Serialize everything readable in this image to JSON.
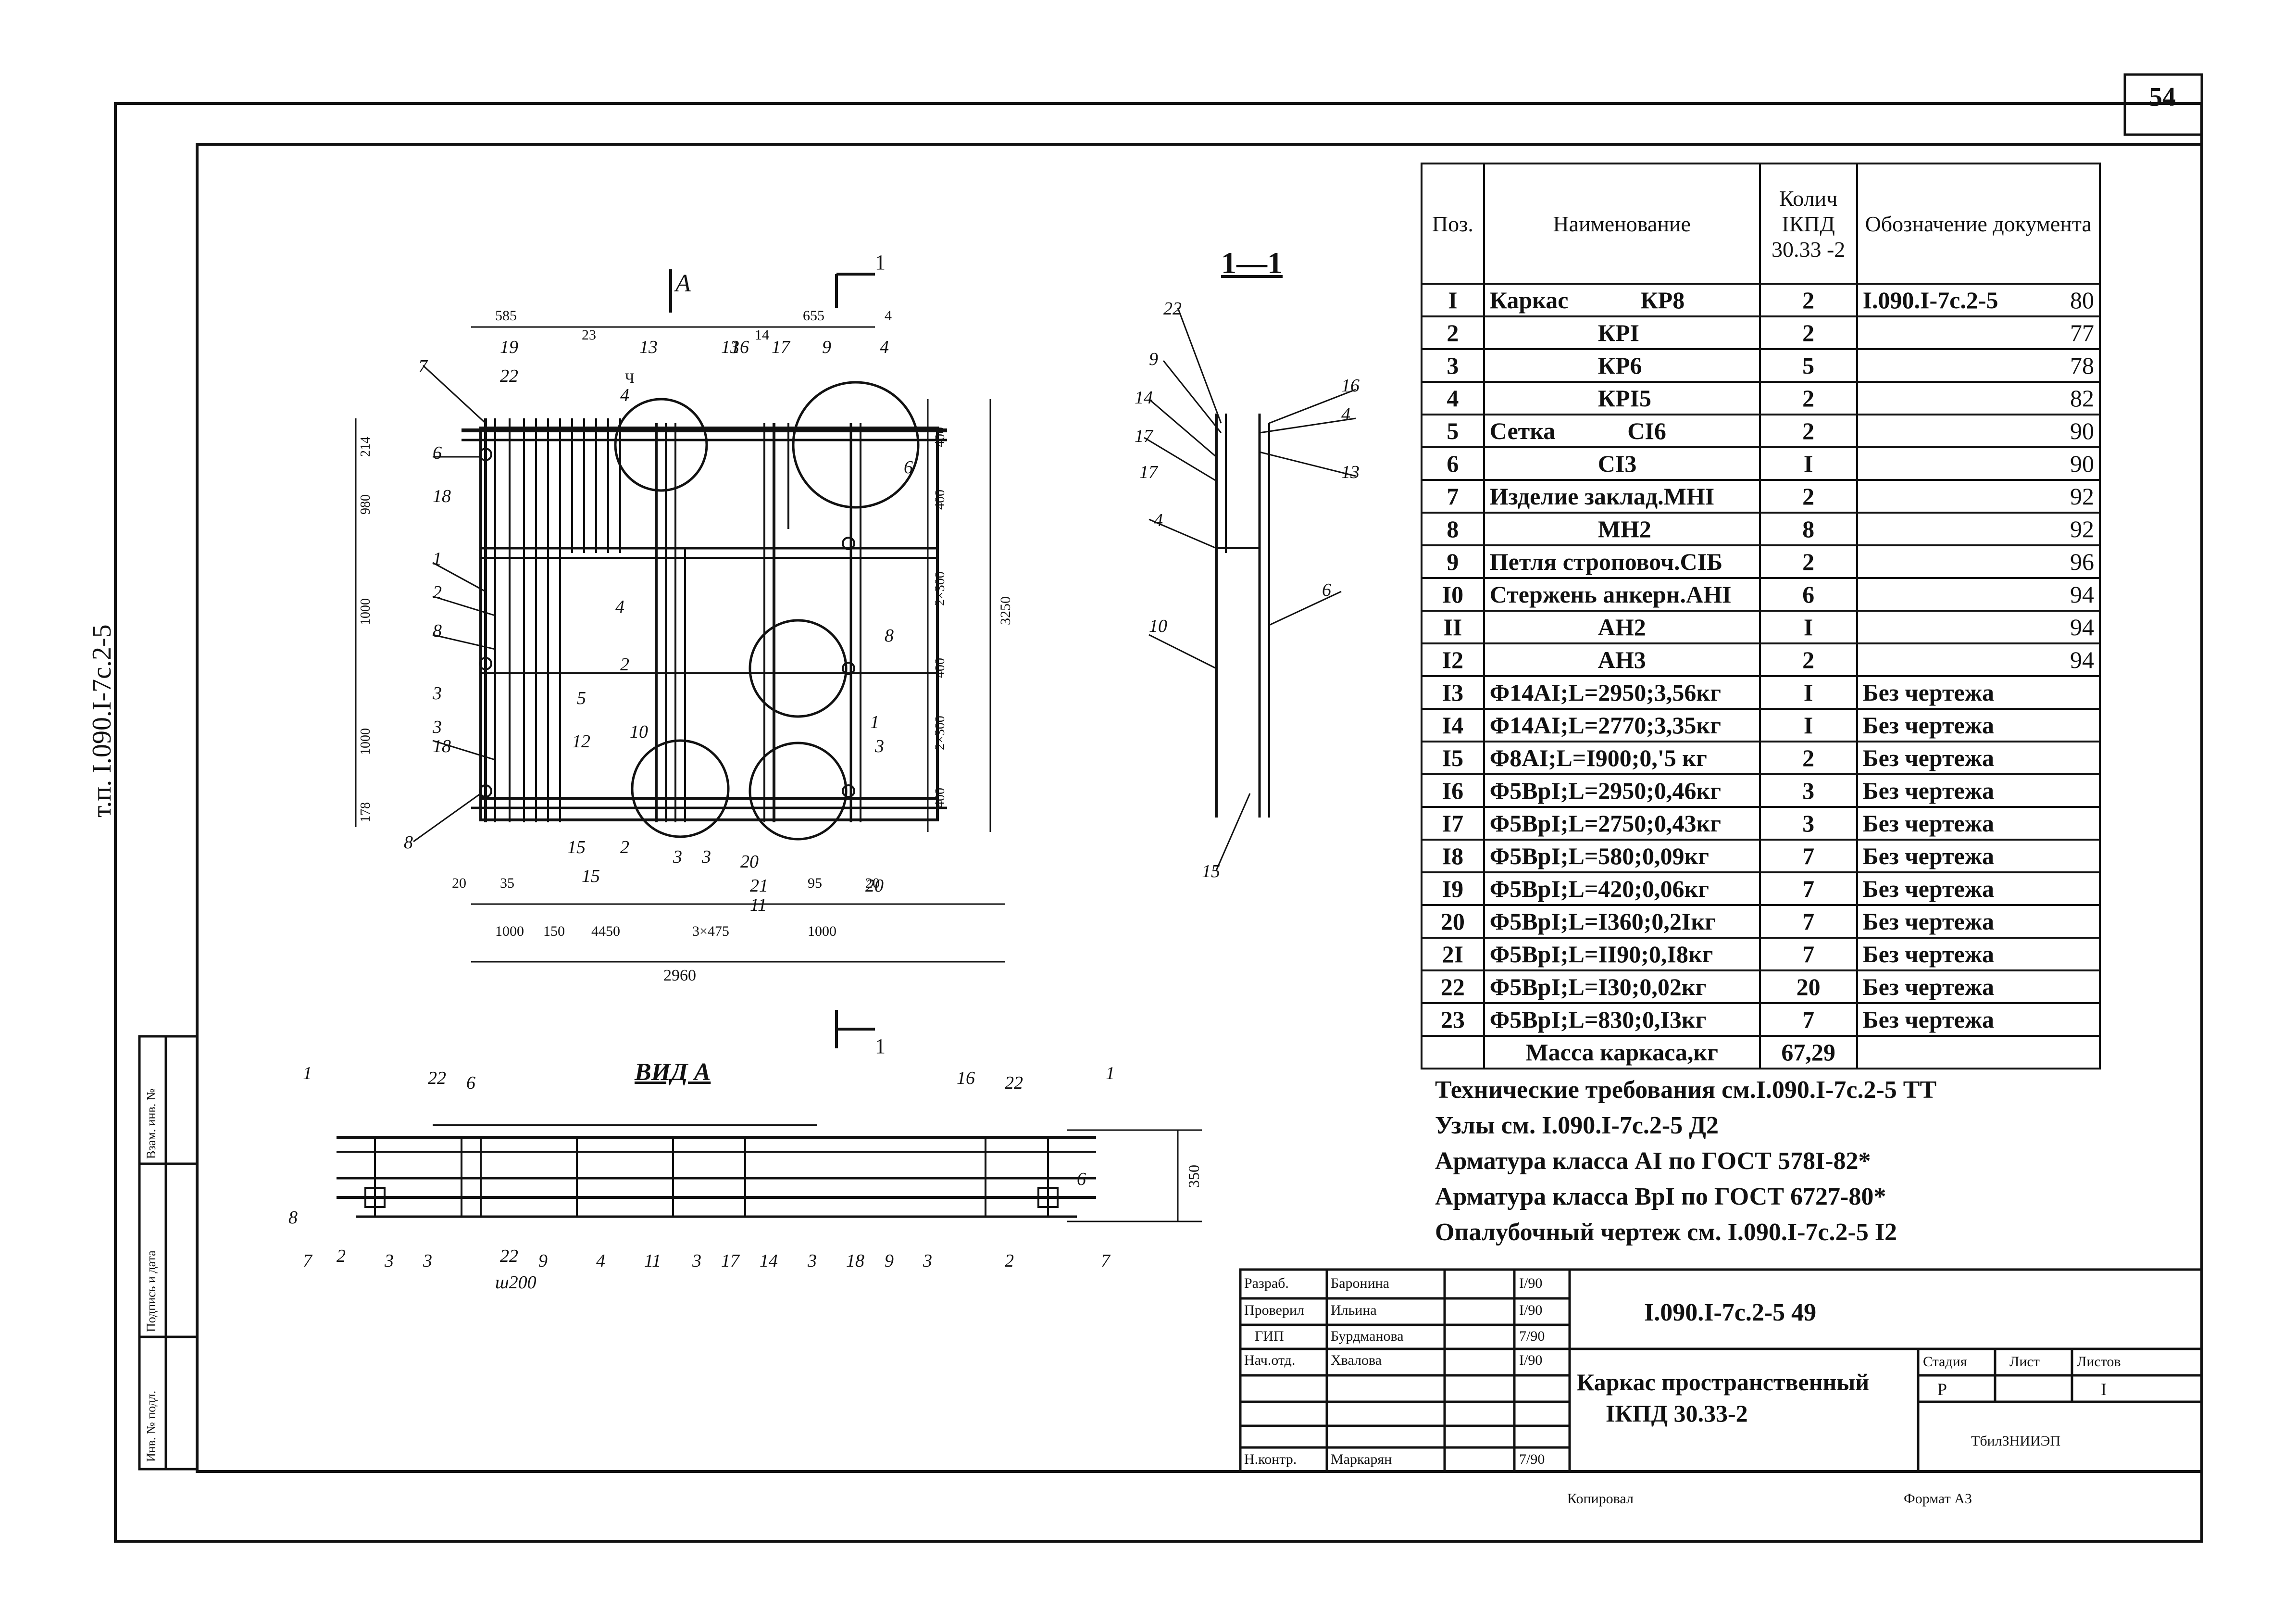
{
  "page_number": "54",
  "side_stamp": "т.п. I.090.I-7с.2-5",
  "left_stamp_labels": [
    "Инв. № подл.",
    "Подпись и дата",
    "Взам. инв. №"
  ],
  "section_title": "1—1",
  "view_title": "ВИД А",
  "cut_label_a": "А",
  "cut_label_1": "1",
  "spec_table": {
    "headers": [
      "Поз.",
      "Наименование",
      "Колич ІКПД 30.33 -2",
      "Обозначение документа"
    ],
    "rows": [
      {
        "pos": "I",
        "name": "Каркас            КР8",
        "qty": "2",
        "doc": "I.090.I-7с.2-5",
        "sheet": "80"
      },
      {
        "pos": "2",
        "name": "                  КРI",
        "qty": "2",
        "doc": "",
        "sheet": "77"
      },
      {
        "pos": "3",
        "name": "                  КР6",
        "qty": "5",
        "doc": "",
        "sheet": "78"
      },
      {
        "pos": "4",
        "name": "                  КРI5",
        "qty": "2",
        "doc": "",
        "sheet": "82"
      },
      {
        "pos": "5",
        "name": "Сетка            СI6",
        "qty": "2",
        "doc": "",
        "sheet": "90"
      },
      {
        "pos": "6",
        "name": "                  СI3",
        "qty": "I",
        "doc": "",
        "sheet": "90"
      },
      {
        "pos": "7",
        "name": "Изделие заклад.МНI",
        "qty": "2",
        "doc": "",
        "sheet": "92"
      },
      {
        "pos": "8",
        "name": "                  МН2",
        "qty": "8",
        "doc": "",
        "sheet": "92"
      },
      {
        "pos": "9",
        "name": "Петля строповоч.СІБ",
        "qty": "2",
        "doc": "",
        "sheet": "96"
      },
      {
        "pos": "I0",
        "name": "Стержень анкерн.АНI",
        "qty": "6",
        "doc": "",
        "sheet": "94"
      },
      {
        "pos": "II",
        "name": "                  АН2",
        "qty": "I",
        "doc": "",
        "sheet": "94"
      },
      {
        "pos": "I2",
        "name": "                  АН3",
        "qty": "2",
        "doc": "",
        "sheet": "94"
      },
      {
        "pos": "I3",
        "name": "Φ14АI;L=2950;3,56кг",
        "qty": "I",
        "doc": "Без чертежа",
        "sheet": ""
      },
      {
        "pos": "I4",
        "name": "Φ14АI;L=2770;3,35кг",
        "qty": "I",
        "doc": "Без чертежа",
        "sheet": ""
      },
      {
        "pos": "I5",
        "name": "Φ8АI;L=I900;0,'5 кг",
        "qty": "2",
        "doc": "Без чертежа",
        "sheet": ""
      },
      {
        "pos": "I6",
        "name": "Φ5ВрI;L=2950;0,46кг",
        "qty": "3",
        "doc": "Без чертежа",
        "sheet": ""
      },
      {
        "pos": "I7",
        "name": "Φ5ВрI;L=2750;0,43кг",
        "qty": "3",
        "doc": "Без чертежа",
        "sheet": ""
      },
      {
        "pos": "I8",
        "name": "Φ5ВрI;L=580;0,09кг",
        "qty": "7",
        "doc": "Без чертежа",
        "sheet": ""
      },
      {
        "pos": "I9",
        "name": "Φ5ВрI;L=420;0,06кг",
        "qty": "7",
        "doc": "Без чертежа",
        "sheet": ""
      },
      {
        "pos": "20",
        "name": "Φ5ВрI;L=I360;0,2Iкг",
        "qty": "7",
        "doc": "Без чертежа",
        "sheet": ""
      },
      {
        "pos": "2I",
        "name": "Φ5ВрI;L=II90;0,I8кг",
        "qty": "7",
        "doc": "Без чертежа",
        "sheet": ""
      },
      {
        "pos": "22",
        "name": "Φ5ВрI;L=I30;0,02кг",
        "qty": "20",
        "doc": "Без чертежа",
        "sheet": ""
      },
      {
        "pos": "23",
        "name": "Φ5ВрI;L=830;0,I3кг",
        "qty": "7",
        "doc": "Без чертежа",
        "sheet": ""
      }
    ],
    "mass_label": "Масса каркаса,кг",
    "mass_value": "67,29"
  },
  "notes": [
    "Технические требования см.I.090.I-7с.2-5 ТТ",
    "Узлы см. I.090.I-7с.2-5 Д2",
    "Арматура класса АI по ГОСТ 578I-82*",
    "Арматура класса ВрI по ГОСТ 6727-80*",
    "Опалубочный чертеж см. I.090.I-7с.2-5 I2"
  ],
  "title_block": {
    "roles": [
      "Разраб.",
      "Проверил",
      "ГИП",
      "Нач.отд.",
      "",
      "",
      "Н.контр."
    ],
    "names": [
      "Баронина",
      "Ильина",
      "Бурдманова",
      "Хвалова",
      "",
      "",
      "Маркарян"
    ],
    "dates": [
      "I/90",
      "I/90",
      "7/90",
      "I/90",
      "",
      "",
      "7/90"
    ],
    "doc_code": "I.090.I-7с.2-5 49",
    "title_line1": "Каркас пространственный",
    "title_line2": "IКПД 30.33-2",
    "stage_header": "Стадия",
    "sheet_header": "Лист",
    "sheets_header": "Листов",
    "stage": "Р",
    "sheet": "I",
    "org": "ТбилЗНИИЭП"
  },
  "footer": {
    "copied": "Копировал",
    "format": "Формат А3"
  },
  "dims": {
    "plan_bottom_total": "2960",
    "plan_bottom_parts": [
      "20",
      "35",
      "95",
      "20"
    ],
    "plan_bottom_row2": [
      "1000",
      "150",
      "4450",
      "3×475",
      "1000"
    ],
    "plan_top": [
      "585",
      "23",
      "14",
      "655",
      "Ч",
      "4"
    ],
    "plan_right_total": "3250",
    "plan_right_parts": [
      "400",
      "400",
      "2×300",
      "400",
      "2×300",
      "400"
    ],
    "plan_left_parts": [
      "214",
      "980",
      "1000",
      "1000",
      "178"
    ],
    "view_height": "350"
  },
  "leaders_plan": [
    "7",
    "6",
    "18",
    "1",
    "2",
    "8",
    "3",
    "3",
    "18",
    "8",
    "15",
    "2",
    "3",
    "3",
    "5",
    "4",
    "4",
    "12",
    "2",
    "9",
    "4",
    "6",
    "8",
    "1",
    "3",
    "20",
    "10",
    "20",
    "16",
    "13",
    "17",
    "19",
    "22",
    "21",
    "11",
    "15",
    "13"
  ],
  "leaders_section": [
    "22",
    "9",
    "14",
    "17",
    "17",
    "4",
    "10",
    "15",
    "16",
    "4",
    "13",
    "6"
  ],
  "leaders_view": [
    "1",
    "22",
    "6",
    "8",
    "16",
    "22",
    "1",
    "6",
    "7",
    "2",
    "3",
    "3",
    "22",
    "9",
    "4",
    "11",
    "3",
    "17",
    "14",
    "3",
    "18",
    "9",
    "3",
    "2",
    "7",
    "ш200"
  ]
}
